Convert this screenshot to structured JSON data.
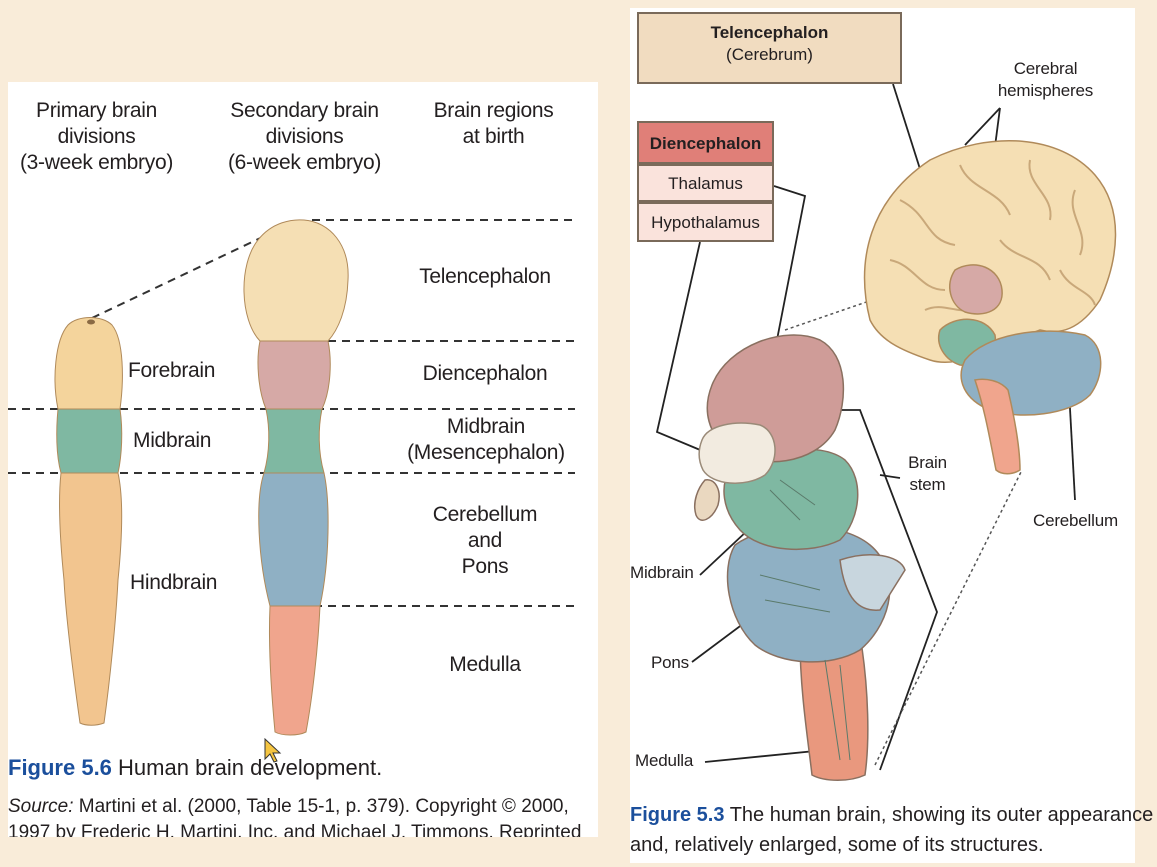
{
  "left_figure": {
    "headers": {
      "primary": "Primary brain\ndivisions\n(3-week embryo)",
      "secondary": "Secondary brain\ndivisions\n(6-week embryo)",
      "regions": "Brain regions\nat birth"
    },
    "primary_labels": {
      "forebrain": "Forebrain",
      "midbrain": "Midbrain",
      "hindbrain": "Hindbrain"
    },
    "region_labels": {
      "telencephalon": "Telencephalon",
      "diencephalon": "Diencephalon",
      "midbrain": "Midbrain\n(Mesencephalon)",
      "cerebellum_pons": "Cerebellum\nand\nPons",
      "medulla": "Medulla"
    },
    "caption_number": "Figure 5.6",
    "caption_text": "Human brain development.",
    "source_label": "Source:",
    "source_text": " Martini et al. (2000, Table 15-1, p. 379). Copyright © 2000,\n1997 by Frederic H. Martini, Inc. and Michael J. Timmons. Reprinted"
  },
  "right_figure": {
    "boxes": {
      "telencephalon": "Telencephalon",
      "telencephalon_sub": "(Cerebrum)",
      "diencephalon": "Diencephalon",
      "thalamus": "Thalamus",
      "hypothalamus": "Hypothalamus"
    },
    "labels": {
      "cerebral_hemispheres": "Cerebral\nhemispheres",
      "brain_stem": "Brain\nstem",
      "cerebellum": "Cerebellum",
      "midbrain": "Midbrain",
      "pons": "Pons",
      "medulla": "Medulla"
    },
    "caption_number": "Figure 5.3",
    "caption_text": "The human brain, showing its outer appearance",
    "caption_text_2": "and, relatively enlarged, some of its structures."
  },
  "colors": {
    "telencephalon": "#f5dfb4",
    "diencephalon": "#d6a9a6",
    "midbrain": "#7fb8a2",
    "hindbrain_primary": "#f2c58f",
    "cerebellum_pons": "#8fb0c4",
    "medulla": "#f0a58d",
    "caption_blue": "#1b4f9c",
    "diencephalon_box": "#e07f78",
    "telencephalon_box": "#f1dcc0"
  }
}
